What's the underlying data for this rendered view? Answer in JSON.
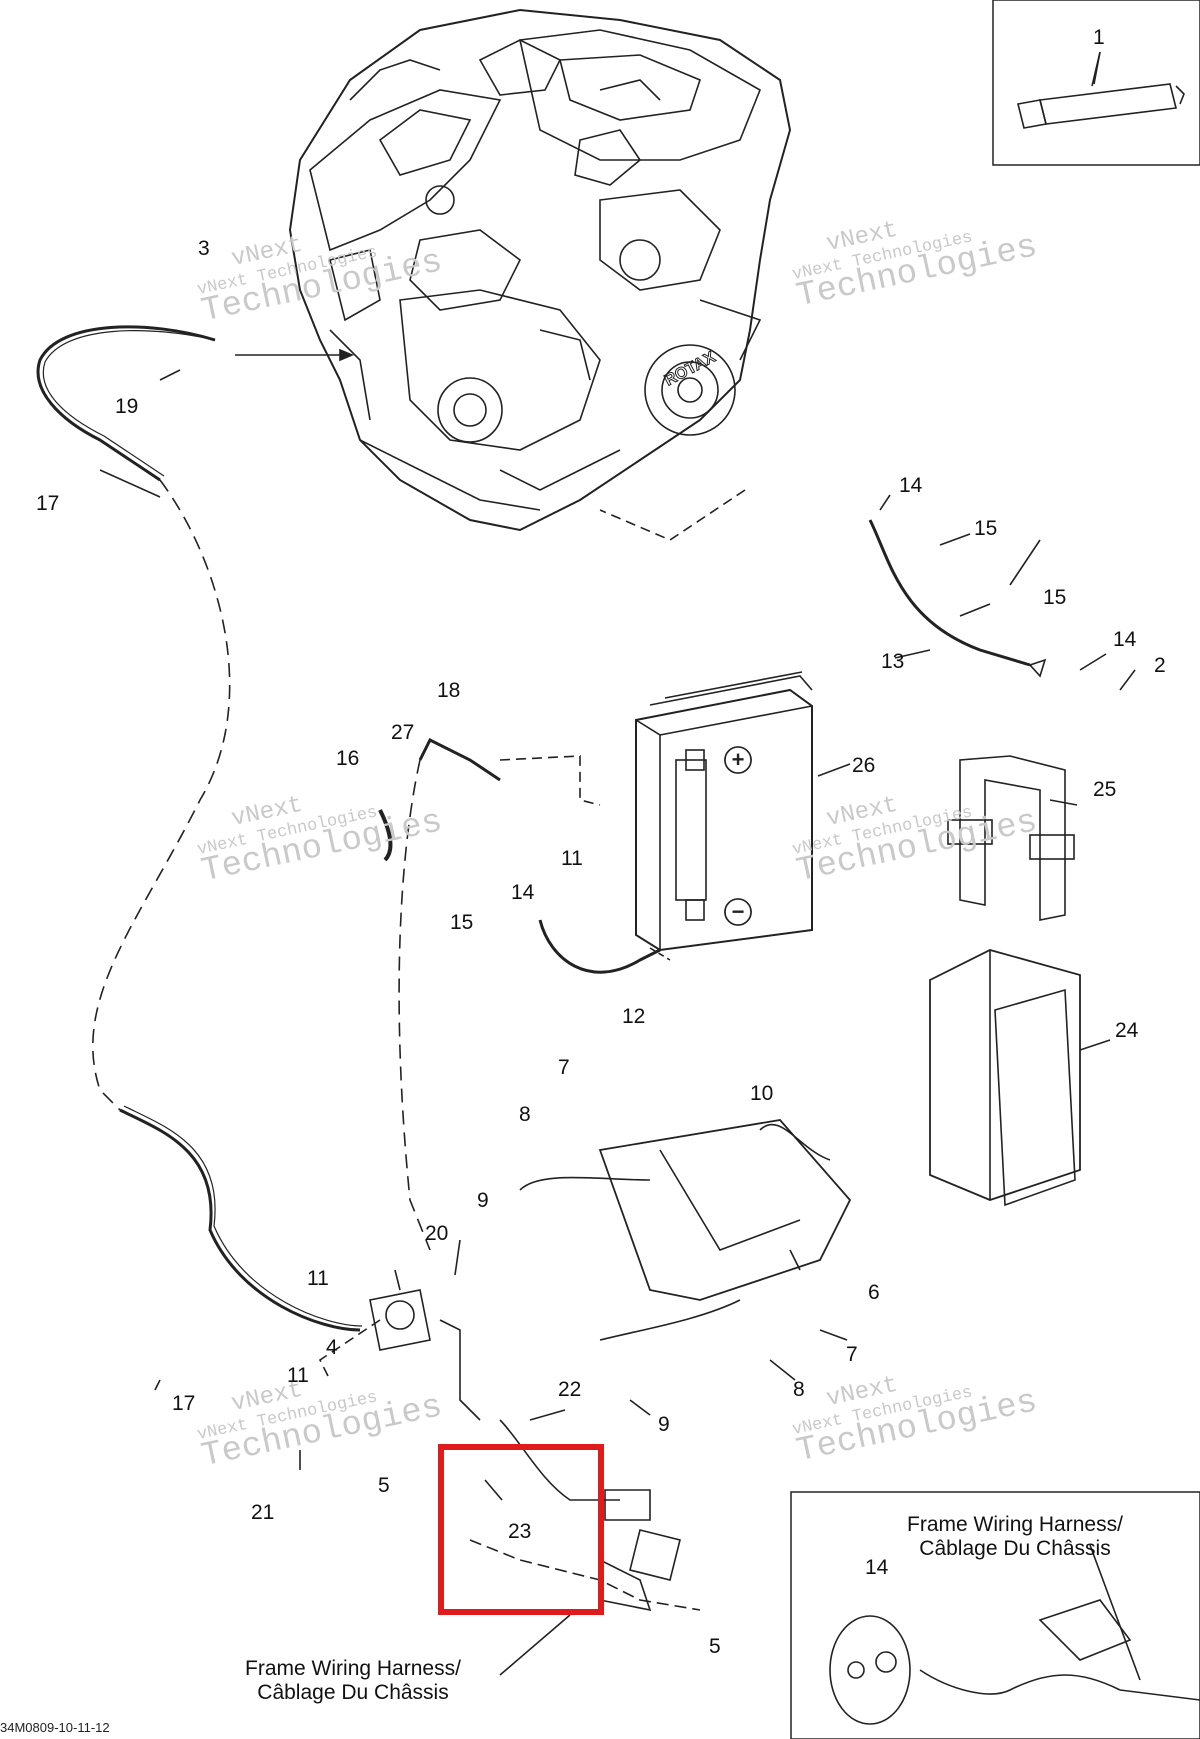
{
  "drawing_id": "34M0809-10-11-12",
  "watermark": {
    "line1": "vNext",
    "line2": "vNext Technologies",
    "line3": "Technologies"
  },
  "callouts": {
    "c1": "1",
    "c2": "2",
    "c3": "3",
    "c4": "4",
    "c5a": "5",
    "c5b": "5",
    "c6": "6",
    "c7a": "7",
    "c7b": "7",
    "c8a": "8",
    "c8b": "8",
    "c9a": "9",
    "c9b": "9",
    "c10": "10",
    "c11a": "11",
    "c11b": "11",
    "c11c": "11",
    "c12": "12",
    "c13": "13",
    "c14a": "14",
    "c14b": "14",
    "c14c": "14",
    "c14d": "14",
    "c15a": "15",
    "c15b": "15",
    "c15c": "15",
    "c16": "16",
    "c17a": "17",
    "c17b": "17",
    "c18": "18",
    "c19": "19",
    "c20": "20",
    "c21": "21",
    "c22": "22",
    "c23": "23",
    "c24": "24",
    "c25": "25",
    "c26": "26",
    "c27": "27"
  },
  "harness_label": {
    "line1": "Frame Wiring Harness/",
    "line2": "Câblage Du Châssis"
  },
  "inset_harness_label": {
    "line1": "Frame Wiring Harness/",
    "line2": "Câblage Du Châssis"
  },
  "battery_symbols": {
    "positive": "+",
    "negative": "−"
  },
  "engine_brand": "ROTAX",
  "colors": {
    "line": "#222222",
    "highlight": "#e01b1b",
    "watermark": "#c9c9c9"
  }
}
